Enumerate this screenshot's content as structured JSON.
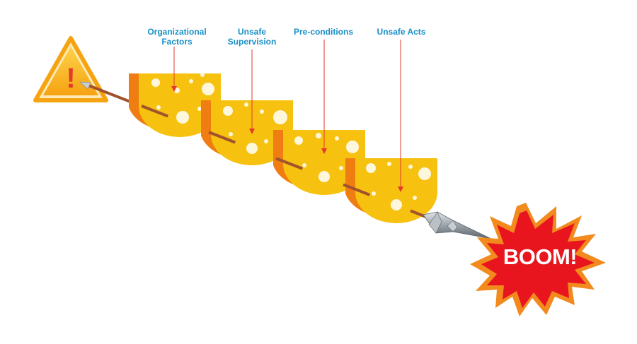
{
  "layers": [
    {
      "label_line1": "Organizational",
      "label_line2": "Factors"
    },
    {
      "label_line1": "Unsafe",
      "label_line2": "Supervision"
    },
    {
      "label_line1": "Pre-conditions",
      "label_line2": ""
    },
    {
      "label_line1": "Unsafe Acts",
      "label_line2": ""
    }
  ],
  "warning": {
    "symbol": "!"
  },
  "outcome": {
    "text": "BOOM!"
  },
  "colors": {
    "label_blue": "#1a8fc6",
    "cheese_face": "#f7c10f",
    "cheese_side": "#ef7d12",
    "hole": "#fff7dc",
    "arrow_line": "#e23a2c",
    "boom_fill": "#e8151f",
    "boom_outline": "#f28a1e",
    "warning_fill": "#fbb917",
    "warning_mark": "#e23a2c"
  }
}
